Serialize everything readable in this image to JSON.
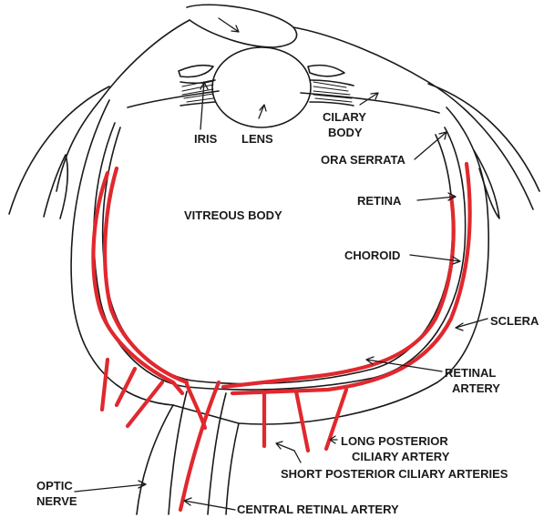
{
  "labels": {
    "iris": "IRIS",
    "lens": "LENS",
    "ciliary_body_line1": "CILARY",
    "ciliary_body_line2": "BODY",
    "ora_serrata": "ORA SERRATA",
    "vitreous_body": "VITREOUS BODY",
    "retina": "RETINA",
    "choroid": "CHOROID",
    "sclera": "SCLERA",
    "retinal_artery_line1": "RETINAL",
    "retinal_artery_line2": "ARTERY",
    "long_posterior_line1": "LONG POSTERIOR",
    "long_posterior_line2": "CILIARY ARTERY",
    "short_posterior": "SHORT POSTERIOR CILIARY ARTERIES",
    "optic_nerve_line1": "OPTIC",
    "optic_nerve_line2": "NERVE",
    "central_retinal_artery": "CENTRAL RETINAL ARTERY"
  },
  "colors": {
    "vessel": "#e0282e",
    "ink": "#1a1a1a"
  }
}
